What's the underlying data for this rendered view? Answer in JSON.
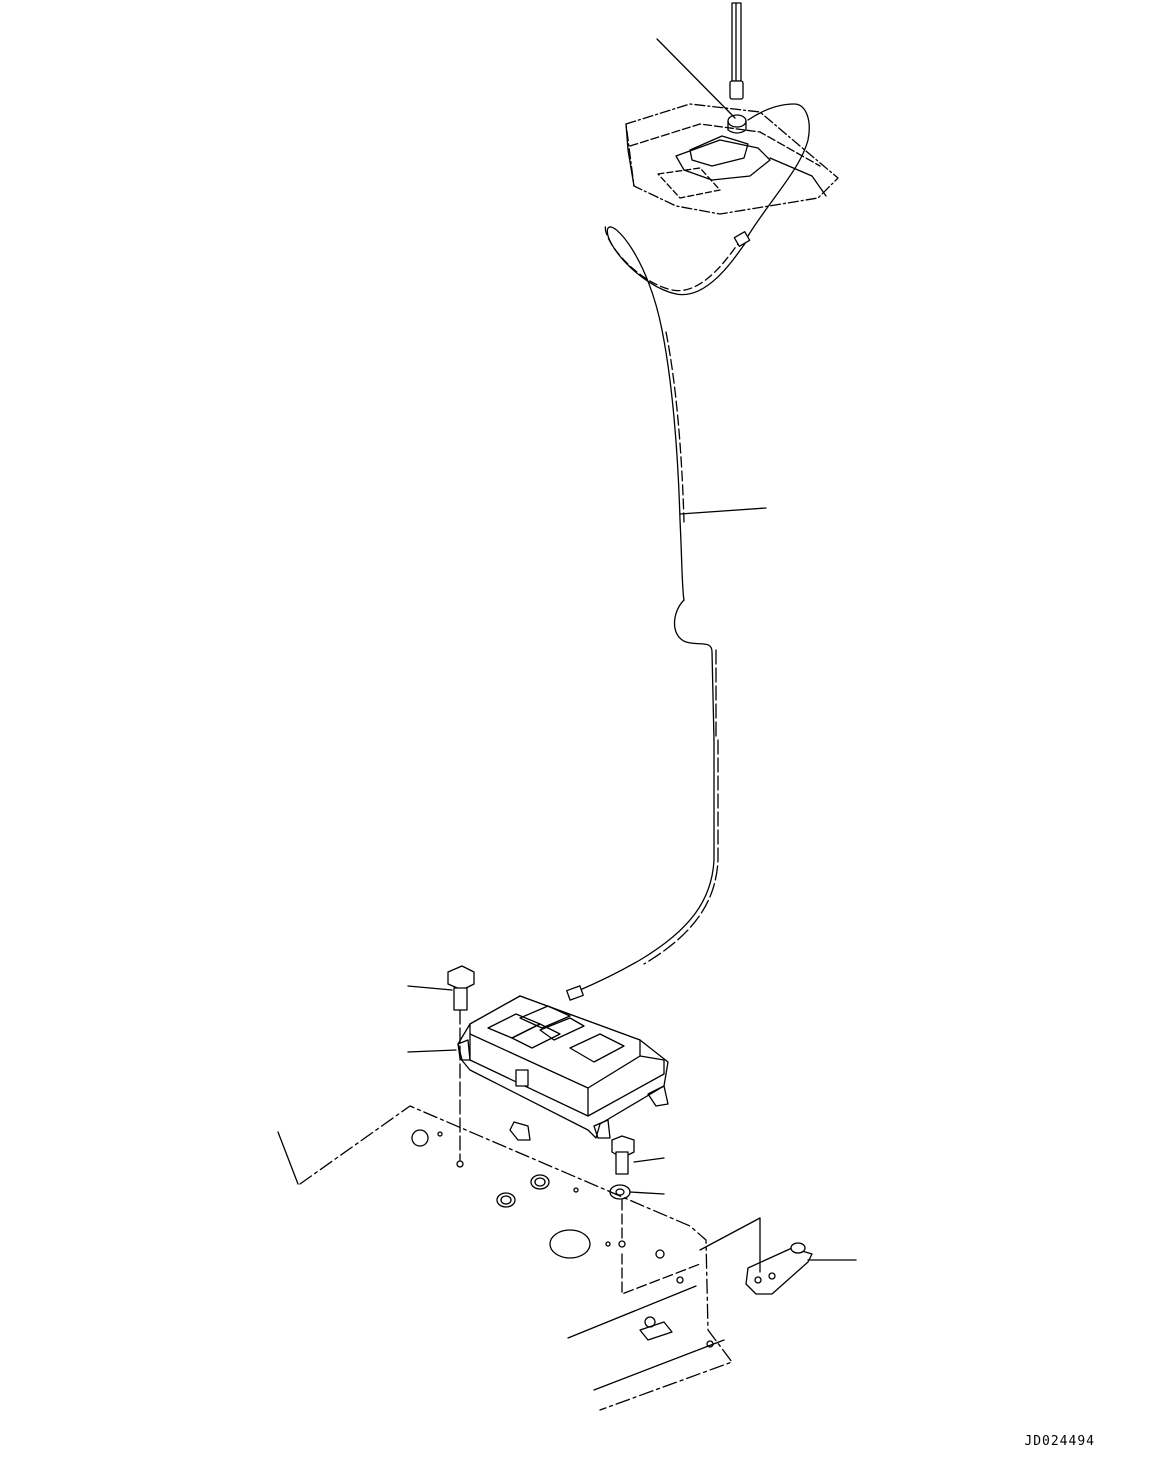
{
  "drawing": {
    "reference_code": "JD024494"
  },
  "parts": [
    {
      "id": "antenna",
      "icon": "antenna-rod-icon"
    },
    {
      "id": "antenna-base",
      "icon": "antenna-mount-icon"
    },
    {
      "id": "antenna-cable",
      "icon": "coax-cable-icon"
    },
    {
      "id": "controller",
      "icon": "control-unit-icon"
    },
    {
      "id": "mount-bolt",
      "icon": "bolt-icon"
    },
    {
      "id": "washer",
      "icon": "washer-icon"
    },
    {
      "id": "bracket",
      "icon": "bracket-icon"
    },
    {
      "id": "frame",
      "icon": "frame-plate-icon"
    }
  ],
  "colors": {
    "line": "#000000",
    "background": "#ffffff"
  }
}
